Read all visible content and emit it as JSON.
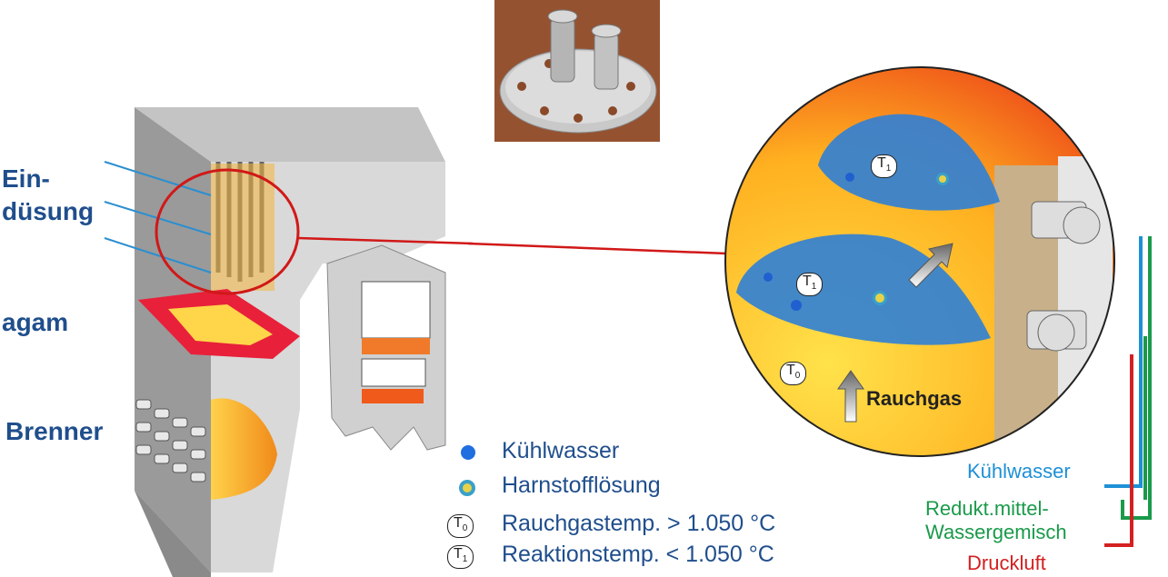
{
  "labels": {
    "eindusung_1": "Ein-",
    "eindusung_2": "düsung",
    "agam": "agam",
    "brenner": "Brenner",
    "rauchgas": "Rauchgas"
  },
  "markers": {
    "t0": {
      "base": "T",
      "sub": "0"
    },
    "t1": {
      "base": "T",
      "sub": "1"
    }
  },
  "legend": {
    "kuehlwasser": "Kühlwasser",
    "harnstoff": "Harnstofflösung",
    "t0_text": "Rauchgastemp. > 1.050 °C",
    "t1_text": "Reaktionstemp. < 1.050 °C"
  },
  "pipes": {
    "kuehlwasser": "Kühlwasser",
    "redukt_1": "Redukt.mittel-",
    "redukt_2": "Wassergemisch",
    "druckluft": "Druckluft"
  },
  "colors": {
    "text_blue": "#1f4e8c",
    "kuehlwasser": "#1e90d6",
    "redukt": "#1a9a4a",
    "druckluft": "#d42020",
    "zoom_line": "#d11818"
  }
}
